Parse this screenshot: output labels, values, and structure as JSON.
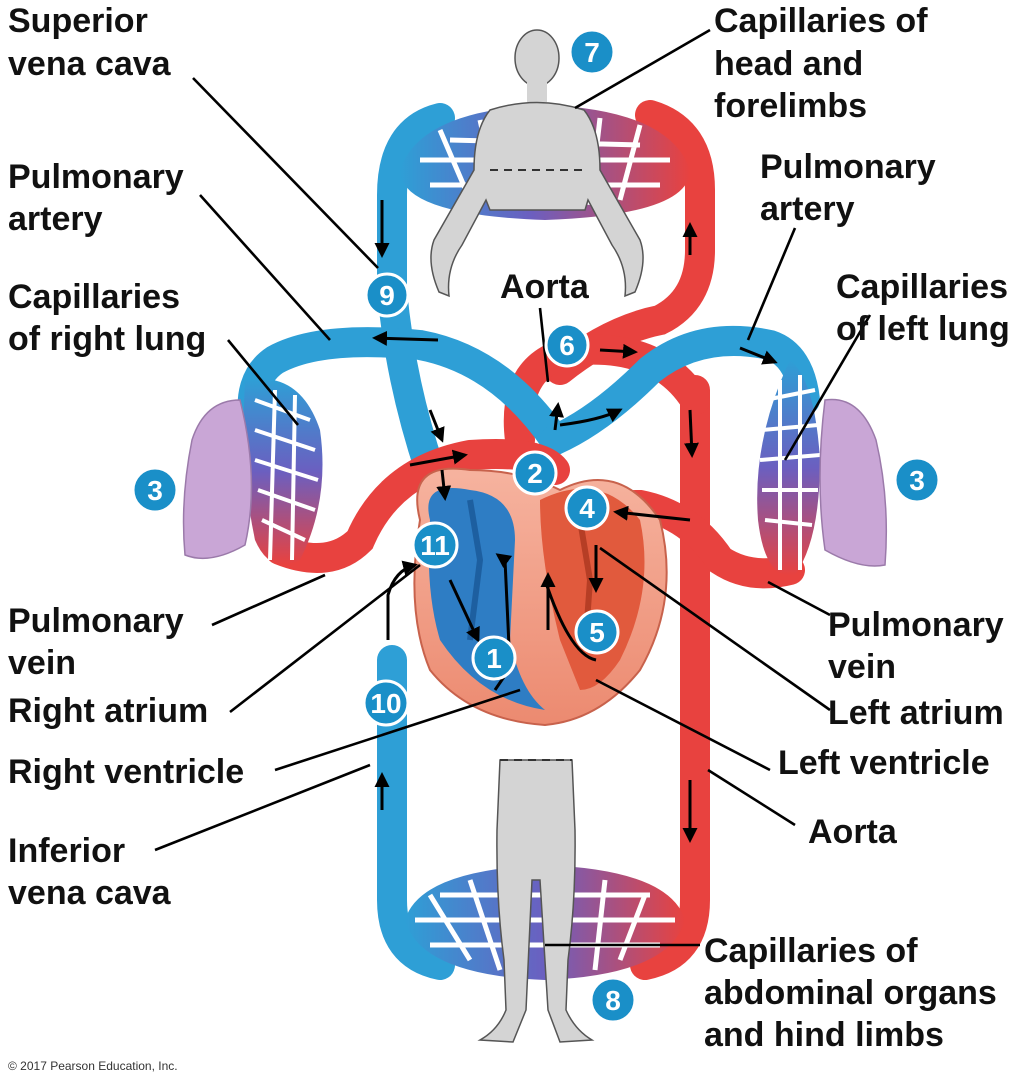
{
  "labels": {
    "superior_vena_cava": [
      "Superior",
      "vena cava"
    ],
    "capillaries_head": [
      "Capillaries of",
      "head and",
      "forelimbs"
    ],
    "pulmonary_artery_left_side": [
      "Pulmonary",
      "artery"
    ],
    "pulmonary_artery_right_side": [
      "Pulmonary",
      "artery"
    ],
    "capillaries_right_lung": [
      "Capillaries",
      "of right lung"
    ],
    "capillaries_left_lung": [
      "Capillaries",
      "of left lung"
    ],
    "aorta_top": "Aorta",
    "pulmonary_vein_left_side": [
      "Pulmonary",
      "vein"
    ],
    "pulmonary_vein_right_side": [
      "Pulmonary",
      "vein"
    ],
    "right_atrium": "Right atrium",
    "left_atrium": "Left atrium",
    "right_ventricle": "Right ventricle",
    "left_ventricle": "Left ventricle",
    "inferior_vena_cava": [
      "Inferior",
      "vena cava"
    ],
    "aorta_bottom": "Aorta",
    "capillaries_abdominal": [
      "Capillaries of",
      "abdominal organs",
      "and hind limbs"
    ]
  },
  "steps": {
    "s1": "1",
    "s2": "2",
    "s3_right_lung": "3",
    "s3_left_lung": "3",
    "s4": "4",
    "s5": "5",
    "s6": "6",
    "s7": "7",
    "s8": "8",
    "s9": "9",
    "s10": "10",
    "s11": "11"
  },
  "copyright": "© 2017 Pearson Education, Inc.",
  "colors": {
    "oxygen_poor": "#2e9fd6",
    "oxygen_rich": "#e8423f",
    "step_badge": "#1a8fc8",
    "lung": "#c9a6d6",
    "body": "#d4d4d4",
    "heart": "#f19a82"
  }
}
